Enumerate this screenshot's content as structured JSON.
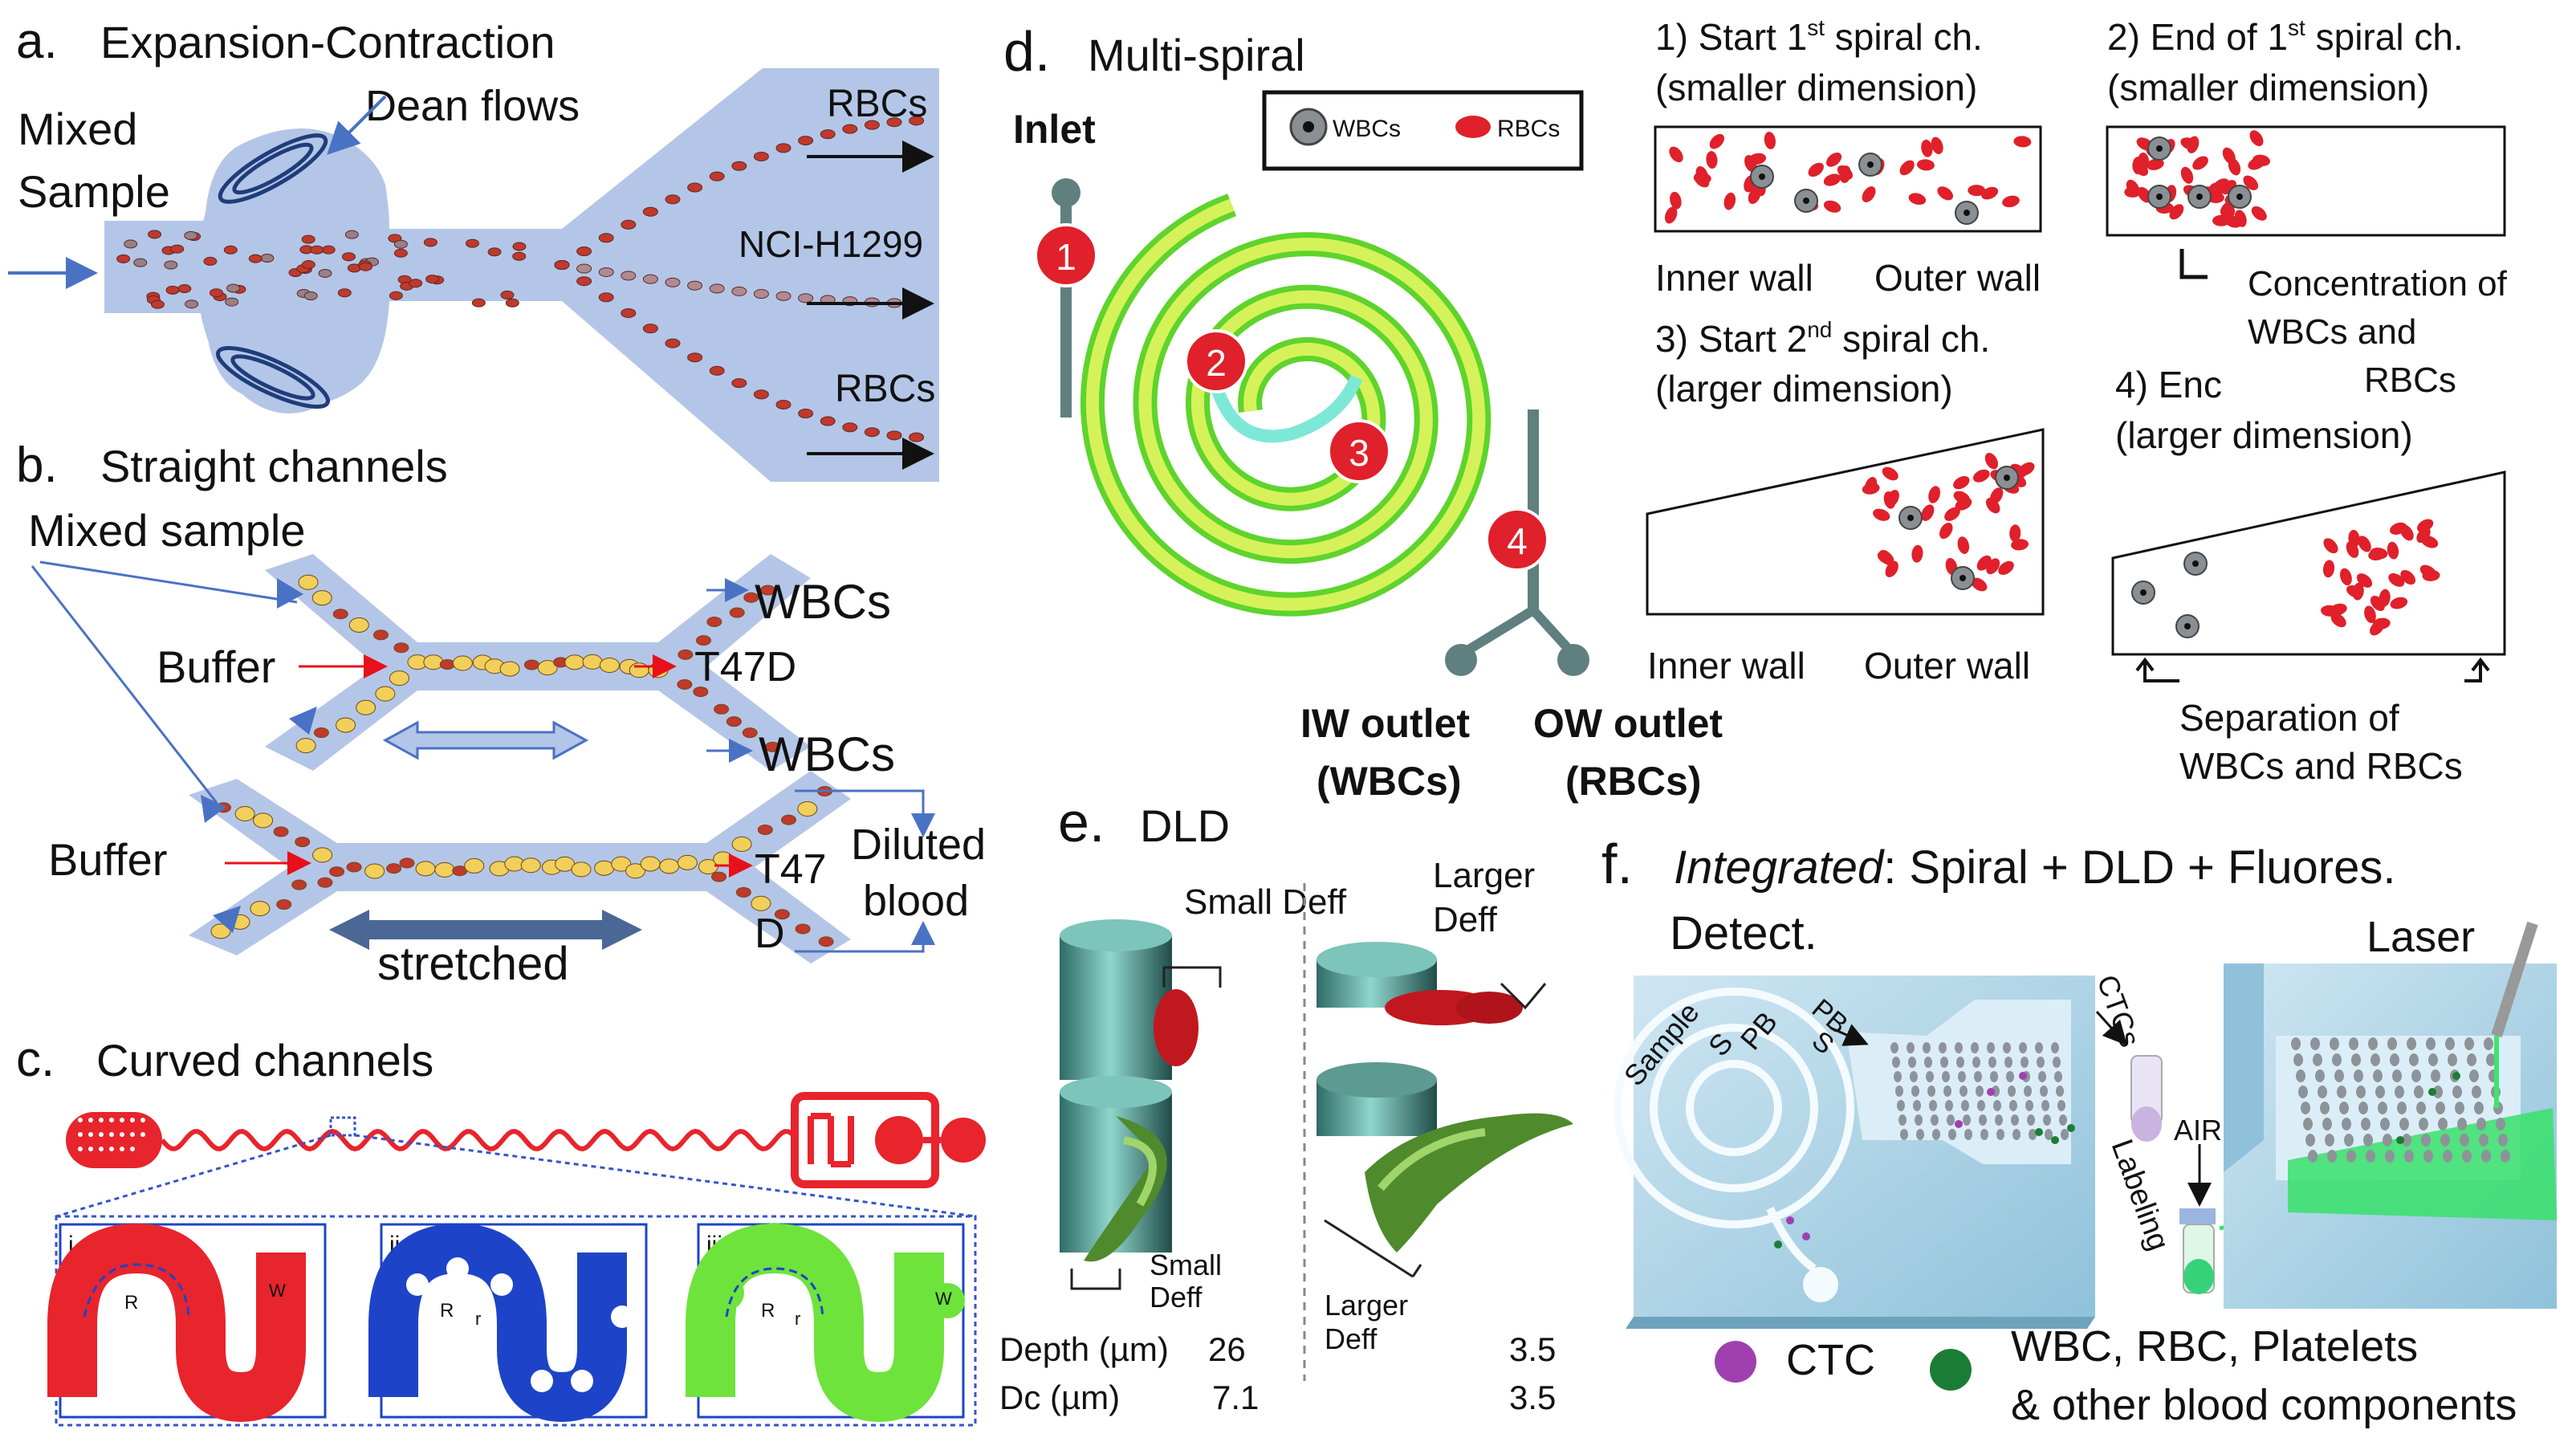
{
  "panel_a": {
    "letter": "a.",
    "title": "Expansion-Contraction",
    "mixed_sample": [
      "Mixed",
      "Sample"
    ],
    "dean_flows": "Dean flows",
    "outlet_top": "RBCs",
    "outlet_mid": "NCI-H1299",
    "outlet_bottom": "RBCs"
  },
  "panel_b": {
    "letter": "b.",
    "title": "Straight channels",
    "mixed_sample": "Mixed sample",
    "buffer_top": "Buffer",
    "buffer_bottom": "Buffer",
    "wbcs_top": "WBCs",
    "wbcs_mid": "WBCs",
    "t47d_top": "T47D",
    "t47d_bottom": [
      "T47",
      "D"
    ],
    "diluted_blood": [
      "Diluted",
      "blood"
    ],
    "stretched": "stretched"
  },
  "panel_c": {
    "letter": "c.",
    "title": "Curved channels",
    "insets": [
      "i",
      "ii",
      "iii"
    ],
    "inset_labels": {
      "R": "R",
      "r": "r",
      "W": "W"
    }
  },
  "panel_d": {
    "letter": "d.",
    "title": "Multi-spiral",
    "inlet": "Inlet",
    "legend": {
      "wbcs": "WBCs",
      "rbcs": "RBCs"
    },
    "markers": [
      "1",
      "2",
      "3",
      "4"
    ],
    "iw_outlet": [
      "IW outlet",
      "(WBCs)"
    ],
    "ow_outlet": [
      "OW outlet",
      "(RBCs)"
    ],
    "box1_title": {
      "pre": "1) Start 1",
      "sup": "st",
      "post": " spiral ch.",
      "line2": "(smaller dimension)"
    },
    "box2_title": {
      "pre": "2) End of 1",
      "sup": "st",
      "post": " spiral ch.",
      "line2": "(smaller dimension)"
    },
    "box3_title": {
      "pre": "3) Start 2",
      "sup": "nd",
      "post": "  spiral ch.",
      "line2": "(larger dimension)"
    },
    "box4_title": {
      "line1": "4) Enc",
      "line2": "(larger dimension)"
    },
    "inner_wall": "Inner wall",
    "outer_wall": "Outer wall",
    "concentration": [
      "Concentration of",
      "WBCs and",
      "RBCs"
    ],
    "separation": [
      "Separation of",
      "WBCs and RBCs"
    ]
  },
  "panel_e": {
    "letter": "e.",
    "title": "DLD",
    "small_deff_top": "Small Deff",
    "larger_deff_top": [
      "Larger",
      "Deff"
    ],
    "small_deff_bottom": [
      "Small",
      "Deff"
    ],
    "larger_deff_bottom": [
      "Larger",
      "Deff"
    ],
    "table": {
      "row1": {
        "label": "Depth (µm)",
        "v1": "26",
        "v2": "3.5"
      },
      "row2": {
        "label": "Dc (µm)",
        "v1": "7.1",
        "v2": "3.5"
      }
    }
  },
  "panel_f": {
    "letter": "f.",
    "title_italic": "Integrated",
    "title_rest": ": Spiral + DLD + Fluores.",
    "title_line2": "Detect.",
    "laser": "Laser",
    "pb_top": "PB",
    "s_top": "S",
    "ctcs": "CTCs",
    "air": "AIR",
    "labeling": "Labeling",
    "sample": "Sample",
    "s_chip": "S",
    "pb_chip": "PB",
    "pb_chip2": "PB",
    "s_chip2": "S",
    "legend_ctc": "CTC",
    "legend_other": [
      "WBC, RBC, Platelets",
      "& other blood components"
    ]
  },
  "colors": {
    "channel_blue": "#b4c6e7",
    "rbc_red": "#c0392b",
    "marker_red": "#e0202a",
    "spiral_green": "#5ed42c",
    "spiral_yellow": "#d6f25a",
    "curved_red": "#e8242c",
    "curved_blue": "#1d44c8",
    "curved_green": "#6ee33b",
    "ctc_purple": "#a040b0",
    "blood_green": "#1b7d35",
    "arrow_blue": "#4a72c4",
    "arrow_red": "#e8101a"
  }
}
